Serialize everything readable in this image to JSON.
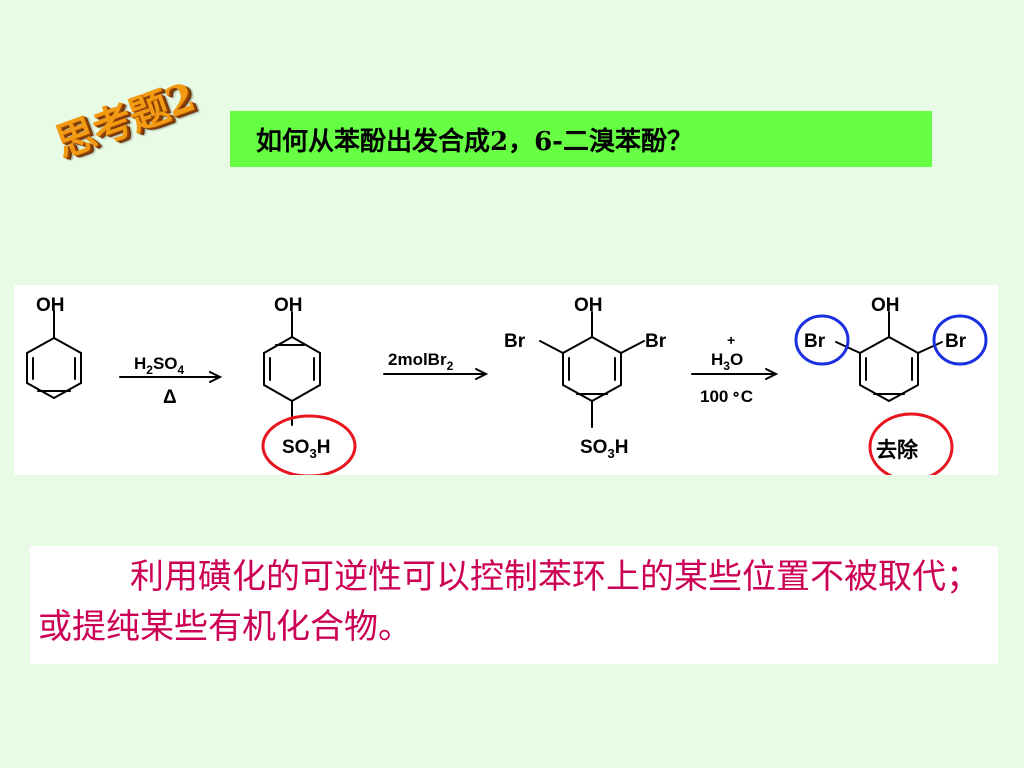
{
  "badge": {
    "text": "思考题2"
  },
  "question": {
    "text": "如何从苯酚出发合成2，6-二溴苯酚？"
  },
  "scheme": {
    "oh_label": "OH",
    "br_label": "Br",
    "so3h": {
      "a": "SO",
      "sub": "3",
      "b": "H"
    },
    "step1": {
      "reagent_a": "H",
      "reagent_sub1": "2",
      "reagent_b": "SO",
      "reagent_sub2": "4",
      "condition": "Δ"
    },
    "step2": {
      "reagent_a": "2molBr",
      "reagent_sub": "2"
    },
    "step3": {
      "plus": "+",
      "reagent_a": "H",
      "reagent_sub": "3",
      "reagent_b": "O",
      "temp": "100",
      "deg": "∘",
      "unit": "C"
    },
    "remove_label": "去除",
    "colors": {
      "red_circle": "#e8141e",
      "blue_circle": "#1a2fe0"
    }
  },
  "note": {
    "text": "利用磺化的可逆性可以控制苯环上的某些位置不被取代；或提纯某些有机化合物。"
  }
}
